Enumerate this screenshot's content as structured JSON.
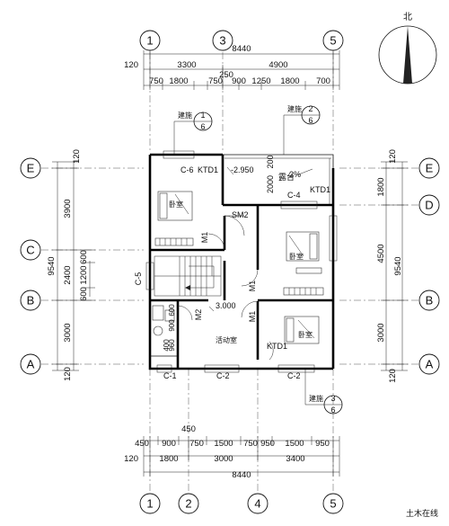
{
  "north": {
    "label": "北"
  },
  "axes": {
    "top": [
      "1",
      "3",
      "5"
    ],
    "bottom": [
      "1",
      "2",
      "4",
      "5"
    ],
    "left": [
      "E",
      "C",
      "B",
      "A"
    ],
    "right": [
      "E",
      "D",
      "B",
      "A"
    ]
  },
  "dims_top": {
    "overall": "8440",
    "edge": "120",
    "row2": [
      "3300",
      "4900"
    ],
    "row3": [
      "750",
      "1800",
      "750",
      "900",
      "1250",
      "1800",
      "700"
    ],
    "mid": "250"
  },
  "dims_bottom": {
    "row1": [
      "450",
      "900",
      "750",
      "1500",
      "750",
      "950",
      "1500",
      "950"
    ],
    "row1_top": "450",
    "row2": [
      "1800",
      "3000",
      "3400"
    ],
    "overall": "8440",
    "edge": "120"
  },
  "dims_left": {
    "edge_top": "120",
    "row": [
      "3900",
      "2400",
      "3000"
    ],
    "sub": [
      "600",
      "1200",
      "600"
    ],
    "overall": "9540",
    "edge_bottom": "120"
  },
  "dims_right": {
    "edge_top": "120",
    "row": [
      "1800",
      "4500",
      "3000"
    ],
    "overall": "9540",
    "edge_bottom": "120"
  },
  "callouts": [
    {
      "prefix": "建施",
      "num": "1",
      "sheet": "6"
    },
    {
      "prefix": "建施",
      "num": "2",
      "sheet": "6"
    },
    {
      "prefix": "建施",
      "num": "3",
      "sheet": "6"
    }
  ],
  "labels": {
    "c6": "C-6",
    "ktd1_top": "KTD1",
    "elev_balcony": "-2.950",
    "balcony": "露台",
    "slope": "2%",
    "ktd1_right": "KTD1",
    "c4": "C-4",
    "sm2": "SM2",
    "bedroom1": "卧室",
    "bedroom2": "卧室",
    "bedroom3": "卧室",
    "c5": "C-5",
    "m1_a": "M1",
    "m1_b": "M1",
    "m1_c": "M1",
    "m2": "M2",
    "elev_floor": "3.000",
    "activity": "活动室",
    "ktd1_bottom": "KTD1",
    "c1": "C-1",
    "c2_a": "C-2",
    "c2_b": "C-2",
    "dims_2000": "2000",
    "dims_200": "200",
    "dims_400": "400",
    "dims_960": "960",
    "dims_900": "900",
    "dims_600": "600",
    "watermark": "土木在线"
  }
}
